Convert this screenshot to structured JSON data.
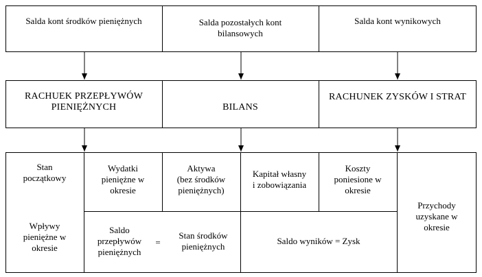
{
  "row1": {
    "cash_balances": "Salda kont środków pieniężnych",
    "other_balance_sheet": "Salda pozostałych kont\nbilansowych",
    "result_accounts": "Salda kont wynikowych"
  },
  "row2": {
    "cash_flow_statement": "RACHUEK PRZEPŁYWÓW\nPIENIĘŻNYCH",
    "balance_sheet": "BILANS",
    "income_statement": "RACHUNEK ZYSKÓW I STRAT"
  },
  "row3": {
    "opening_balance": "Stan\npoczątkowy",
    "inflows": "Wpływy\npieniężne w\nokresie",
    "outflows": "Wydatki\npieniężne w\nokresie",
    "assets": "Aktywa\n(bez środków\npieniężnych)",
    "equity_liabilities": "Kapitał własny\ni zobowiązania",
    "costs": "Koszty\nponiesione w\nokresie",
    "revenues": "Przychody\nuzyskane w\nokresie",
    "flows_balance": "Saldo\nprzepływów\npieniężnych",
    "equals_sign": "=",
    "cash_status": "Stan środków\npieniężnych",
    "result_balance": "Saldo wyników = Zysk"
  }
}
